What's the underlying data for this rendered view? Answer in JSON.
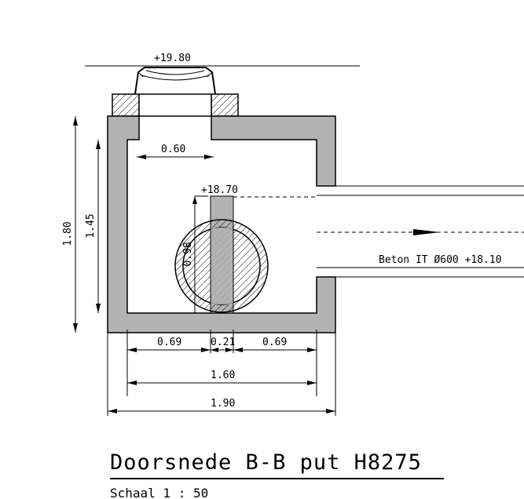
{
  "drawing": {
    "title": "Doorsnede B-B put H8275",
    "scale": "Schaal 1 : 50",
    "levels": {
      "top": "+19.80",
      "inner_top": "+18.70"
    },
    "pipe_label": "Beton IT Ø600 +18.10",
    "dimensions": {
      "opening": "0.60",
      "total_height": "1.80",
      "inner_height": "1.45",
      "pipe_height": "0.98",
      "left_part": "0.69",
      "mid_part": "0.21",
      "right_part": "0.69",
      "inner_width": "1.60",
      "outer_width": "1.90"
    }
  }
}
